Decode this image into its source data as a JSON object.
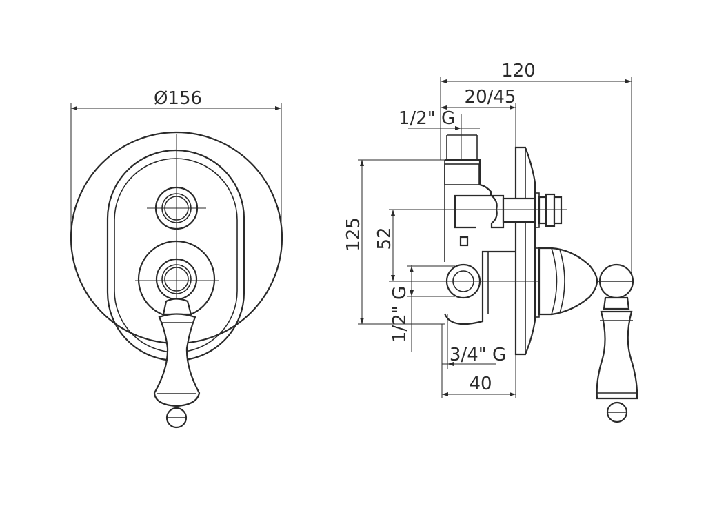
{
  "front_view": {
    "diameter_label": "Ø156"
  },
  "side_view": {
    "overall_length_label": "120",
    "projection_label": "20/45",
    "top_connection_label": "1/2\" G",
    "height_label": "125",
    "center_distance_label": "52",
    "left_connection_label": "1/2\" G",
    "outlet_label": "3/4\" G",
    "depth_label": "40"
  }
}
